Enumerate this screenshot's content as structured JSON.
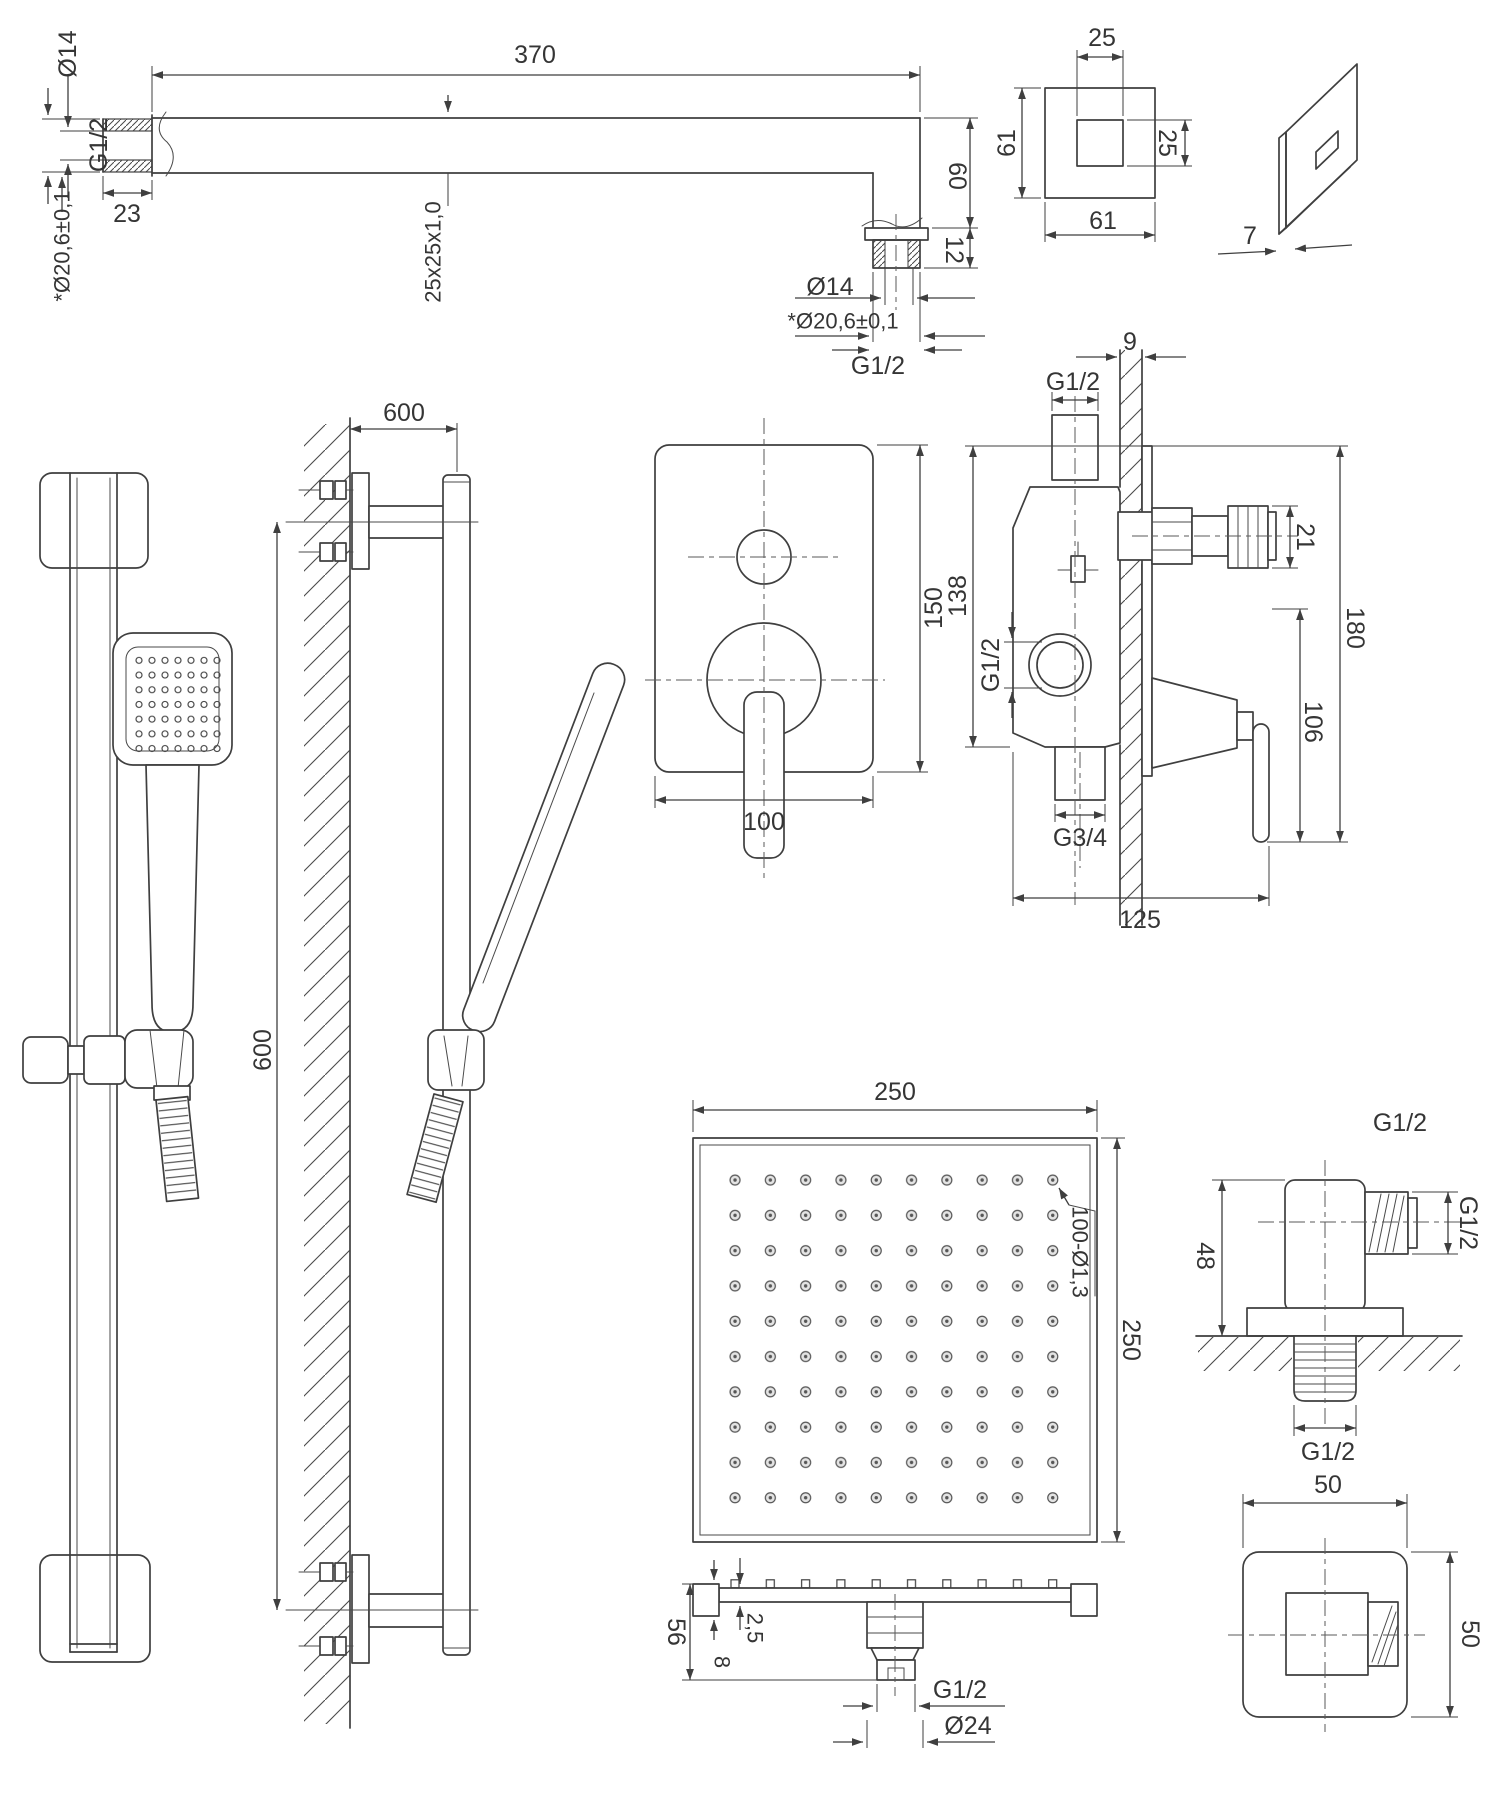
{
  "page": {
    "background": "#ffffff",
    "line_color": "#3f3f3f"
  },
  "views": {
    "shower_arm": {
      "length": "370",
      "thread": "G1/2",
      "bore": "Ø14",
      "outer_dia": "*Ø20,6±0,1",
      "thread_length": "23",
      "tube_section": "25x25x1,0",
      "drop_height": "60",
      "nipple_length": "12",
      "outlet_bore": "Ø14",
      "outlet_outer_dia": "*Ø20,6±0,1",
      "outlet_thread": "G1/2"
    },
    "wall_plate": {
      "hole_width": "25",
      "hole_height": "25",
      "height": "61",
      "width": "61",
      "thickness": "7"
    },
    "slide_bar": {
      "wall_offset": "600",
      "bar_length": "600"
    },
    "mixer_trim": {
      "height": "150",
      "width": "100"
    },
    "mixer_valve": {
      "wall_thickness": "9",
      "inlet_thread": "G1/2",
      "spout_dia": "21",
      "body_height": "138",
      "port_thread": "G1/2",
      "total_height": "180",
      "handle_height": "106",
      "outlet_thread": "G3/4",
      "total_width": "125"
    },
    "rain_head": {
      "width": "250",
      "holes": "100-Ø1,3",
      "height": "250",
      "side_height": "56",
      "plate_thickness": "2,5",
      "rim_height": "8",
      "connector_thread": "G1/2",
      "connector_dia": "Ø24"
    },
    "wall_elbow": {
      "title_thread": "G1/2",
      "height": "48",
      "outlet_thread": "G1/2",
      "stub_thread": "G1/2",
      "front_width": "50",
      "front_height": "50"
    }
  }
}
